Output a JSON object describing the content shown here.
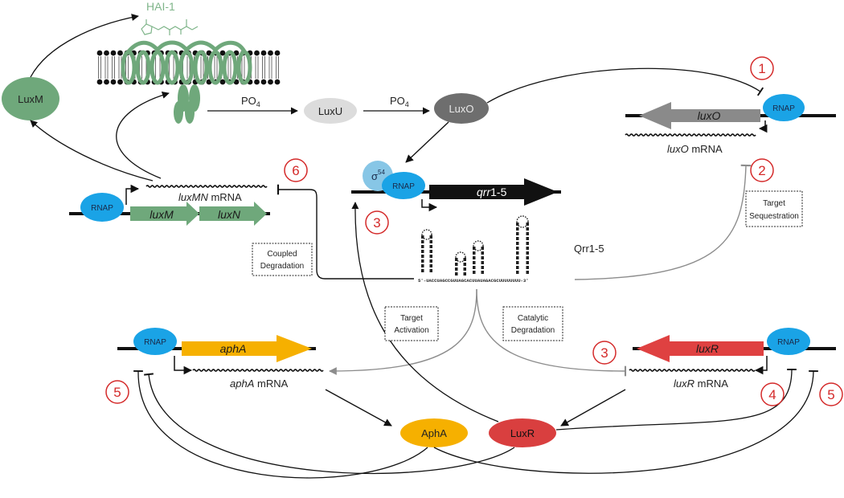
{
  "molecule": {
    "name": "HAI-1",
    "color": "#7fb58a"
  },
  "nodes": {
    "luxm": "LuxM",
    "luxu": "LuxU",
    "luxo": "LuxO",
    "apha": "AphA",
    "luxr": "LuxR",
    "rnap": "RNAP",
    "sigma": "σ",
    "sigma_sup": "54"
  },
  "phosphate": {
    "label": "PO",
    "sub": "4"
  },
  "genes": {
    "luxM": "luxM",
    "luxN": "luxN",
    "luxO": "luxO",
    "qrr": "qrr",
    "qrr_suffix": "1-5",
    "aphA": "aphA",
    "luxR": "luxR"
  },
  "mrna": {
    "suffix": " mRNA",
    "luxMN": "luxMN",
    "luxO": "luxO",
    "aphA": "aphA",
    "luxR": "luxR"
  },
  "srna": {
    "label": "Qrr1-5",
    "sequence": "5'-UACCUAGCCGUUAGCACUUAUAGACGCUUUUUUUU-3'"
  },
  "mechanisms": {
    "coupled_1": "Coupled",
    "coupled_2": "Degradation",
    "target_seq_1": "Target",
    "target_seq_2": "Sequestration",
    "target_act_1": "Target",
    "target_act_2": "Activation",
    "catalytic_1": "Catalytic",
    "catalytic_2": "Degradation"
  },
  "numbers": {
    "n1": "1",
    "n2": "2",
    "n3a": "3",
    "n3b": "3",
    "n4": "4",
    "n5a": "5",
    "n5b": "5",
    "n6": "6"
  },
  "colors": {
    "luxm": "#6fa87b",
    "receptor": "#6fa87b",
    "luxu": "#dcdcdc",
    "luxo": "#6e6e6e",
    "rnap": "#1aa3e6",
    "sigma": "#87c6e6",
    "qrr_arrow": "#111111",
    "luxO_arrow": "#8a8a8a",
    "aphA_arrow": "#f6b000",
    "luxR_arrow": "#df4141",
    "apha": "#f6b000",
    "luxr": "#d93f3f",
    "number_ring": "#d42a2a",
    "regulation": "#8c8c8c"
  }
}
